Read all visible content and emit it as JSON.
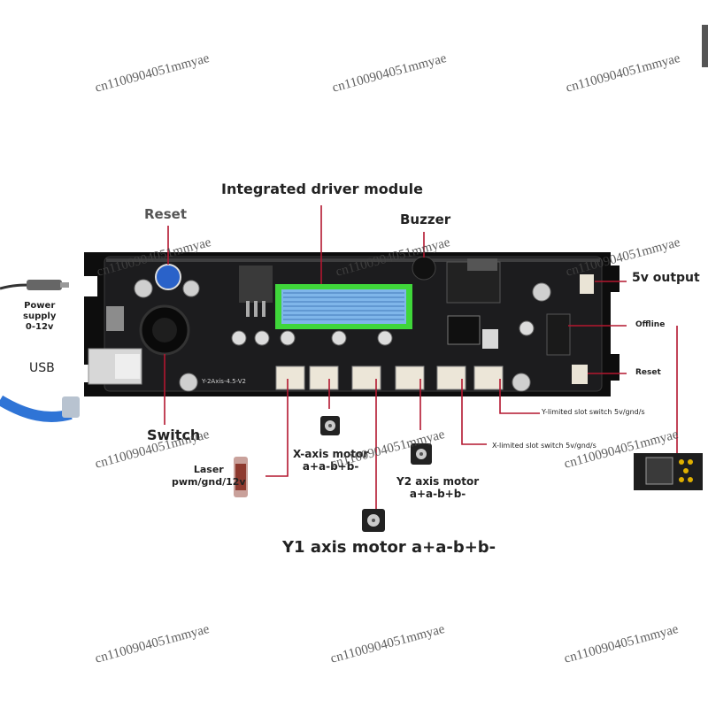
{
  "labels": {
    "integrated_driver": "Integrated driver module",
    "reset_top": "Reset",
    "buzzer": "Buzzer",
    "five_v_output": "5v output",
    "power_supply_1": "Power",
    "power_supply_2": "supply",
    "power_supply_3": "0-12v",
    "usb": "USB",
    "offline": "Offline",
    "reset_right": "Reset",
    "switch": "Switch",
    "y_limited": "Y-limited slot switch 5v/gnd/s",
    "x_limited": "X-limited slot switch 5v/gnd/s",
    "laser_1": "Laser",
    "laser_2": "pwm/gnd/12v",
    "x_motor_1": "X-axis motor",
    "x_motor_2": "a+a-b+b-",
    "y2_motor_1": "Y2 axis motor",
    "y2_motor_2": "a+a-b+b-",
    "y1_motor": "Y1 axis motor a+a-b+b-",
    "board_silk": "Y-2Axis-4.5-V2"
  },
  "watermark": "cn1100904051mmyae",
  "colors": {
    "board": "#1c1c1e",
    "case": "#0d0d0d",
    "heatsink_frame": "#3fd63a",
    "heatsink_fin": "#7fb6ea",
    "leader_line": "#b3162f",
    "reset_button": "#2a62c9",
    "usb_cable": "#2f74d6"
  }
}
